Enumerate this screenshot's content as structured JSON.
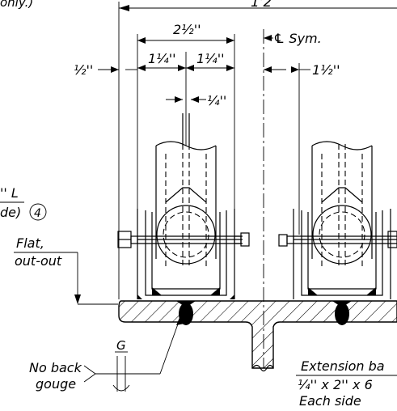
{
  "labels": {
    "top_left_partial": "only.)",
    "top_right_partial": "1'2",
    "dim_2_half": "2½''",
    "dim_1_quarter_left": "1¼''",
    "dim_1_quarter_right": "1¼''",
    "dim_quarter": "¼''",
    "dim_half_left": "½''",
    "dim_half_right": "1½''",
    "sym_label": "℄ Sym.",
    "left_note_line1": "'' L",
    "left_note_line2": "de)",
    "callout_number": "4",
    "flat_line1": "Flat,",
    "flat_line2": "out-out",
    "no_back_line1": "No back",
    "no_back_line2": "gouge",
    "weld_symbol_letter": "G",
    "extension_line1": "Extension ba",
    "extension_line2": "¼'' x 2'' x 6",
    "extension_line3": "Each side"
  },
  "colors": {
    "ink": "#000000",
    "background": "#ffffff"
  }
}
